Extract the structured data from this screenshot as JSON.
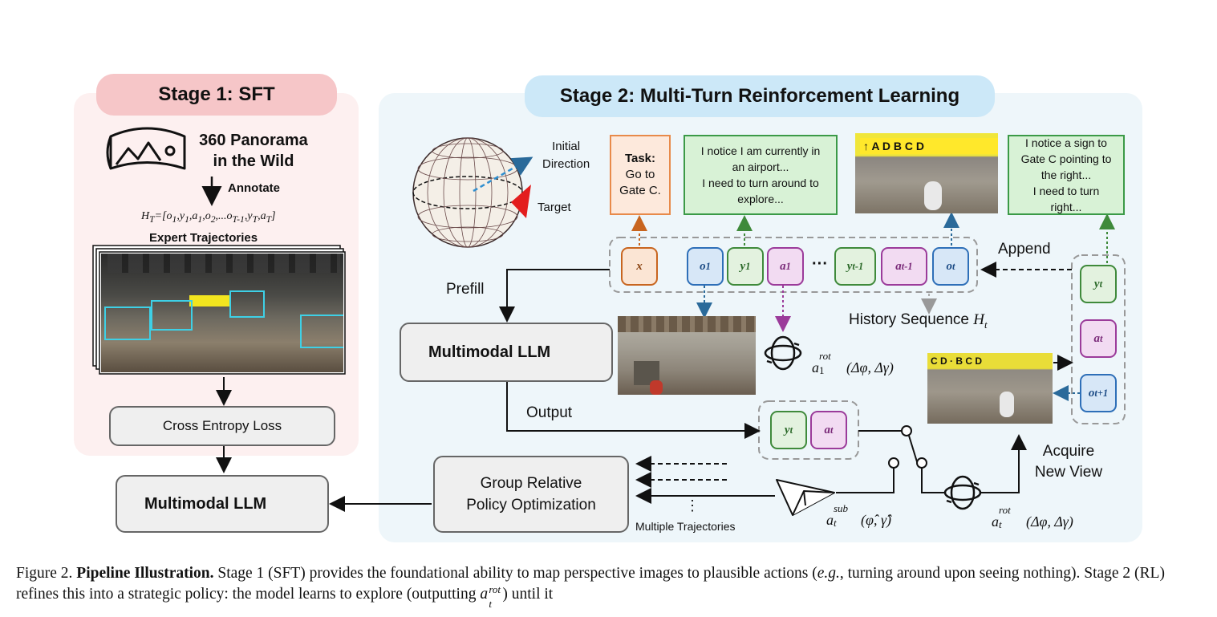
{
  "stage1": {
    "title": "Stage 1: SFT",
    "panorama_line1": "360 Panorama",
    "panorama_line2": "in the Wild",
    "annotate": "Annotate",
    "formula": "H_T=[o_1,y_1,a_1,o_2,...o_{T-1},y_T,a_T]",
    "expert_trajectories": "Expert Trajectories",
    "loss_box": "Cross Entropy Loss",
    "output_model": "Multimodal LLM",
    "output_model_icon": "fire-icon"
  },
  "stage2": {
    "title": "Stage 2: Multi-Turn Reinforcement Learning",
    "sphere_initial_line1": "Initial",
    "sphere_initial_line2": "Direction",
    "sphere_target": "Target",
    "task_line1": "Task:",
    "task_line2": "Go to",
    "task_line3": "Gate C.",
    "thought1_line1": "I notice I am currently in",
    "thought1_line2": "an airport...",
    "thought1_line3": "I need to turn around to",
    "thought1_line4": "explore...",
    "thought2_line1": "I notice a sign to",
    "thought2_line2": "Gate C pointing to",
    "thought2_line3": "the right...",
    "thought2_line4": "I need to turn",
    "thought2_line5": "right...",
    "append_label": "Append",
    "prefill_label": "Prefill",
    "history_label": "History Sequence",
    "history_symbol": "H",
    "history_sub": "t",
    "llm_box": "Multimodal LLM",
    "llm_icon": "snowflake-icon",
    "output_label": "Output",
    "grpo_line1": "Group Relative",
    "grpo_line2": "Policy Optimization",
    "multiple_trajectories": "Multiple Trajectories",
    "acquire_line1": "Acquire",
    "acquire_line2": "New View",
    "ellipsis": "···",
    "vertical_ellipsis": "⋮",
    "action_rot_1": "a",
    "action_rot_1_sup": "rot",
    "action_rot_1_sub": "1",
    "action_rot_1_args": "(Δφ, Δγ)",
    "action_sub": "a",
    "action_sub_sup": "sub",
    "action_sub_sub": "t",
    "action_sub_args": "(φ̂, γ̂)",
    "action_rot_t": "a",
    "action_rot_t_sup": "rot",
    "action_rot_t_sub": "t",
    "action_rot_t_args": "(Δφ, Δγ)",
    "history_tokens": [
      {
        "base": "x",
        "sub": "",
        "kind": "x"
      },
      {
        "base": "o",
        "sub": "1",
        "kind": "o"
      },
      {
        "base": "y",
        "sub": "1",
        "kind": "y"
      },
      {
        "base": "a",
        "sub": "1",
        "kind": "a"
      },
      {
        "base": "y",
        "sub": "t-1",
        "kind": "y"
      },
      {
        "base": "a",
        "sub": "t-1",
        "kind": "a"
      },
      {
        "base": "o",
        "sub": "t",
        "kind": "o"
      }
    ],
    "output_tokens": [
      {
        "base": "y",
        "sub": "t",
        "kind": "y"
      },
      {
        "base": "a",
        "sub": "t",
        "kind": "a"
      }
    ],
    "new_tokens": [
      {
        "base": "y",
        "sub": "t",
        "kind": "y"
      },
      {
        "base": "a",
        "sub": "t",
        "kind": "a"
      },
      {
        "base": "o",
        "sub": "t+1",
        "kind": "o"
      }
    ],
    "icons": [
      "rotate-icon",
      "paper-plane-icon",
      "switch-icon",
      "airport-photo"
    ]
  },
  "caption": {
    "figure_label": "Figure 2.",
    "bold_label": "Pipeline Illustration.",
    "text_part1": "Stage 1 (SFT) provides the foundational ability to map perspective images to plausible actions (",
    "eg": "e.g.",
    "text_part2": ", turning around upon seeing nothing). Stage 2 (RL) refines this into a strategic policy: the model learns to explore (outputting",
    "math_base": "a",
    "math_sup": "rot",
    "math_sub": "t",
    "text_part3": ") until it"
  },
  "colors": {
    "stage1_bg": "#fdf0f0",
    "stage1_title_bg": "#f6c6c8",
    "stage2_bg": "#eef6fa",
    "stage2_title_bg": "#cce8f8",
    "note_green": "#d8f2d6",
    "task_orange": "#fde9dc"
  }
}
